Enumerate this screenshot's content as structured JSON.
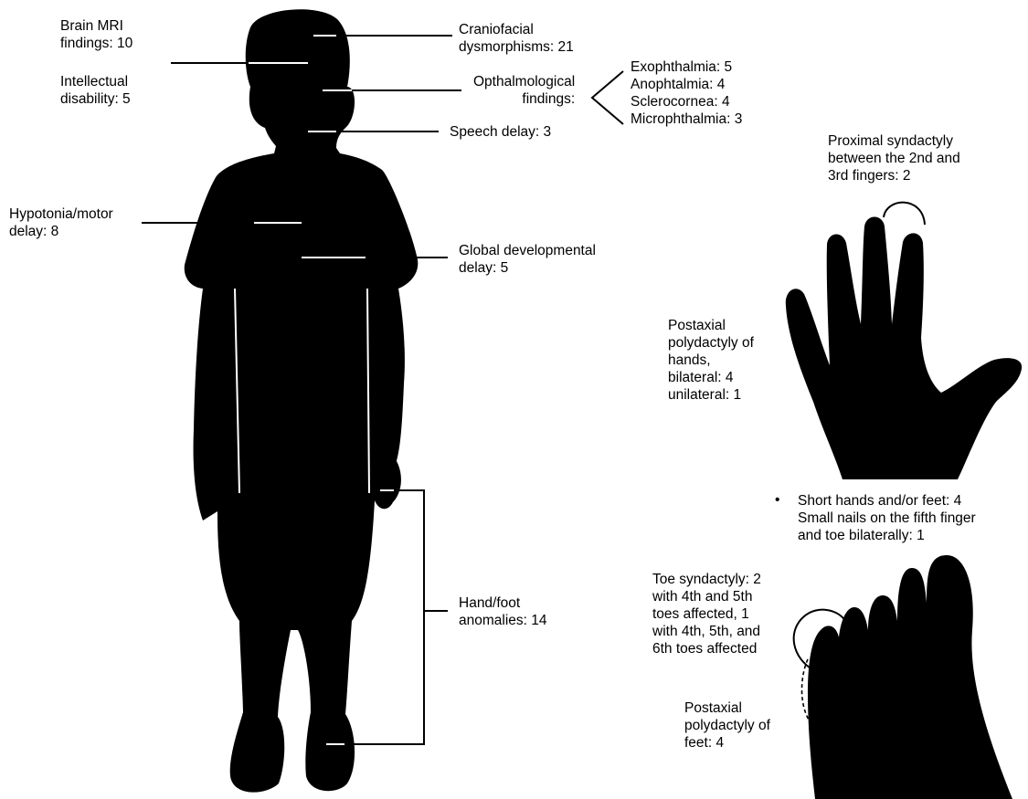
{
  "labels": {
    "brain_mri": [
      "Brain MRI",
      "findings: 10"
    ],
    "intellectual": [
      "Intellectual",
      "disability: 5"
    ],
    "hypotonia": [
      "Hypotonia/motor",
      "delay: 8"
    ],
    "craniofacial": [
      "Craniofacial",
      "dysmorphisms: 21"
    ],
    "ophthalmological": [
      "Opthalmological",
      "findings:"
    ],
    "eye_list": [
      "Exophthalmia: 5",
      "Anophtalmia: 4",
      "Sclerocornea: 4",
      "Microphthalmia: 3"
    ],
    "speech": [
      "Speech delay: 3"
    ],
    "global_dev": [
      "Global developmental",
      "delay: 5"
    ],
    "hand_foot": [
      "Hand/foot",
      "anomalies: 14"
    ],
    "proximal_syndactyly": [
      "Proximal syndactyly",
      "between the 2nd and",
      "3rd fingers: 2"
    ],
    "postaxial_hands": [
      "Postaxial",
      "polydactyly of",
      "hands,",
      "bilateral: 4",
      "unilateral: 1"
    ],
    "short_hands": [
      "Short hands and/or feet: 4",
      "Small nails on the fifth finger",
      "and toe bilaterally: 1"
    ],
    "toe_syndactyly": [
      "Toe syndactyly: 2",
      "with 4th and 5th",
      "toes affected, 1",
      "with 4th, 5th, and",
      "6th toes affected"
    ],
    "postaxial_feet": [
      "Postaxial",
      "polydactyly of",
      "feet: 4"
    ]
  },
  "bullet_symbol": "•",
  "colors": {
    "silhouette": "#000000",
    "line": "#000000",
    "background": "#ffffff",
    "overlay_line": "#ffffff"
  }
}
